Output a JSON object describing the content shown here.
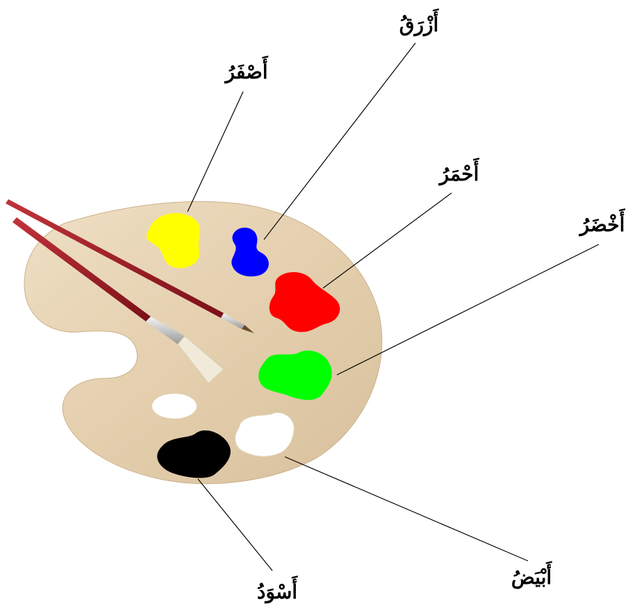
{
  "labels": {
    "yellow": "أَصْفَرُ",
    "blue": "أَزْرَقُ",
    "red": "أَحْمَرُ",
    "green": "أَخْضَرُ",
    "white": "أَبْيَضُ",
    "black": "أَسْوَدُ"
  },
  "paint_colors": {
    "yellow": "#ffff00",
    "blue": "#0000ff",
    "red": "#ff0000",
    "green": "#00ff00",
    "white": "#ffffff",
    "black": "#000000"
  },
  "palette_color": "#e7d3b4",
  "brush_handle_color": "#9c1c24"
}
